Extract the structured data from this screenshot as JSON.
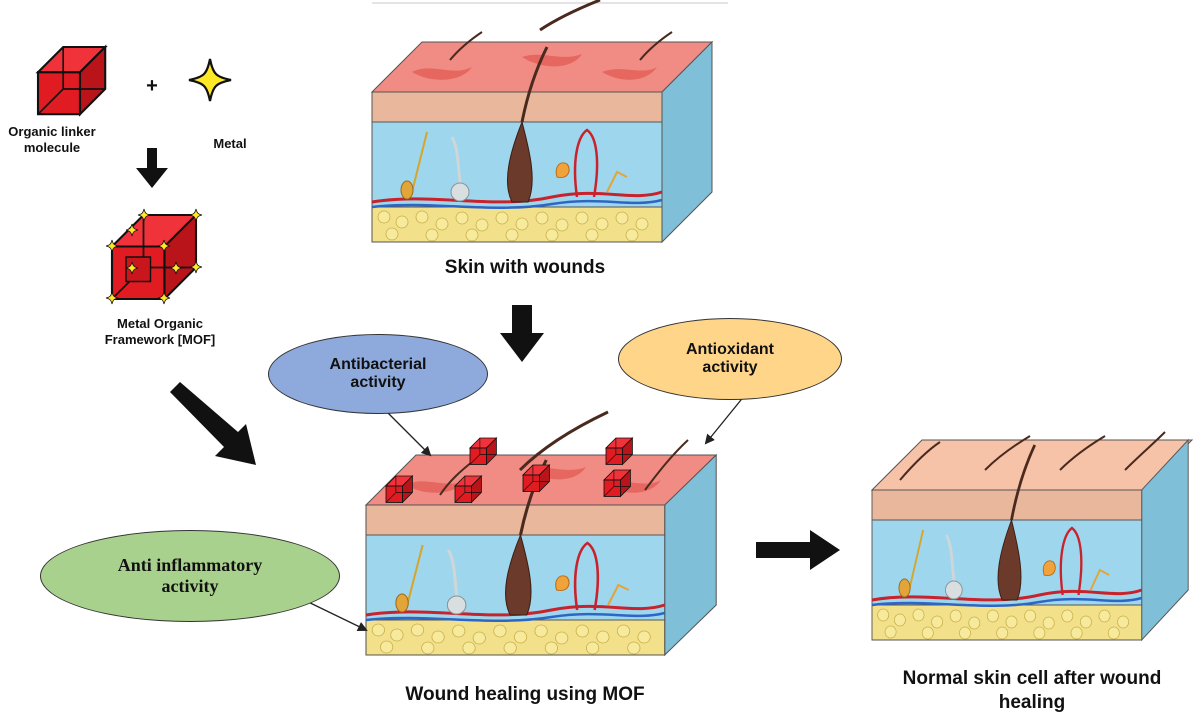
{
  "labels": {
    "organic_linker": "Organic linker\nmolecule",
    "metal": "Metal",
    "plus": "+",
    "mof": "Metal Organic\nFramework [MOF]",
    "skin_wounds": "Skin with wounds",
    "wound_healing": "Wound healing using MOF",
    "normal_skin": "Normal skin cell after wound\nhealing"
  },
  "activities": {
    "antibacterial": "Antibacterial\nactivity",
    "antioxidant": "Antioxidant\nactivity",
    "anti_inflammatory": "Anti inflammatory\nactivity"
  },
  "colors": {
    "cube_red": "#e11b22",
    "star_yellow": "#ffe927",
    "antibacterial_fill": "#8ea9db",
    "antioxidant_fill": "#ffd58a",
    "anti_inflammatory_fill": "#a9d18e",
    "wound_surface": "#f08c84",
    "healed_surface": "#f6c2a8",
    "dermis": "#9ed6ee",
    "fat": "#f2e08a"
  }
}
